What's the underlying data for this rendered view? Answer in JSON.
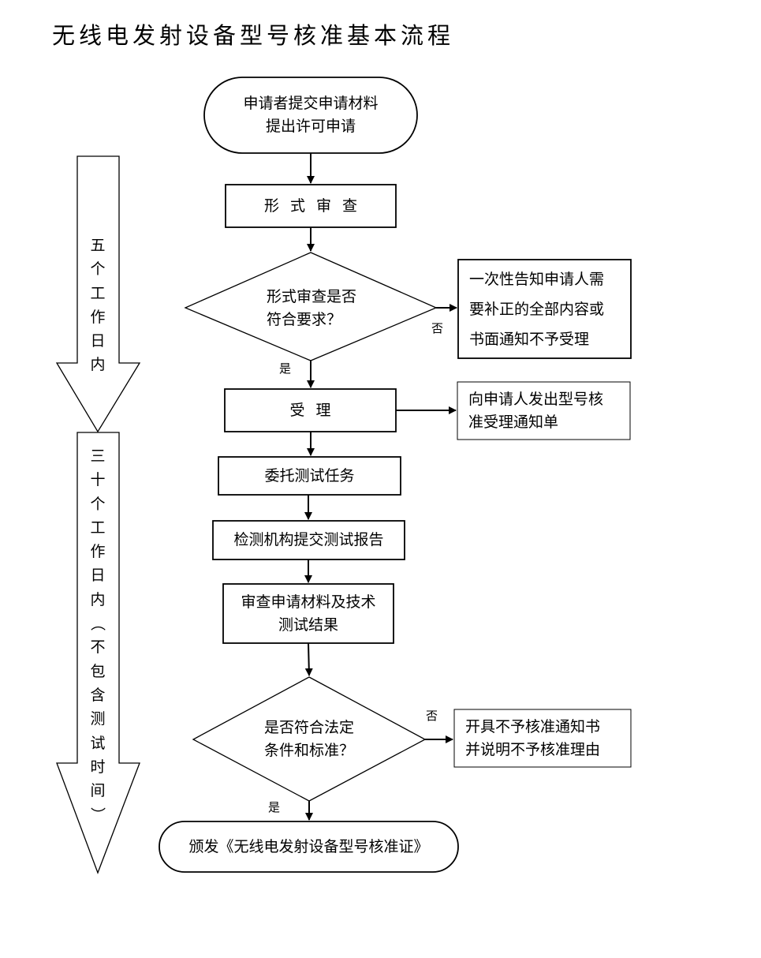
{
  "title": "无线电发射设备型号核准基本流程",
  "side_arrows": [
    {
      "text": "五个工作日内"
    },
    {
      "text": "三十个工作日内（不包含测试时间）"
    }
  ],
  "nodes": {
    "start": [
      "申请者提交申请材料",
      "提出许可申请"
    ],
    "formal_review": "形式审查",
    "decision1": [
      "形式审查是否",
      "符合要求？"
    ],
    "reject1": [
      "一次性告知申请人需",
      "要补正的全部内容或",
      "书面通知不予受理"
    ],
    "accept": "受理",
    "accept_notice": [
      "向申请人发出型号核",
      "准受理通知单"
    ],
    "entrust": "委托测试任务",
    "report": "检测机构提交测试报告",
    "review": [
      "审查申请材料及技术",
      "测试结果"
    ],
    "decision2": [
      "是否符合法定",
      "条件和标准？"
    ],
    "reject2": [
      "开具不予核准通知书",
      "并说明不予核准理由"
    ],
    "end": "颁发《无线电发射设备型号核准证》"
  },
  "edge_labels": {
    "no1": "否",
    "yes1": "是",
    "no2": "否",
    "yes2": "是"
  }
}
